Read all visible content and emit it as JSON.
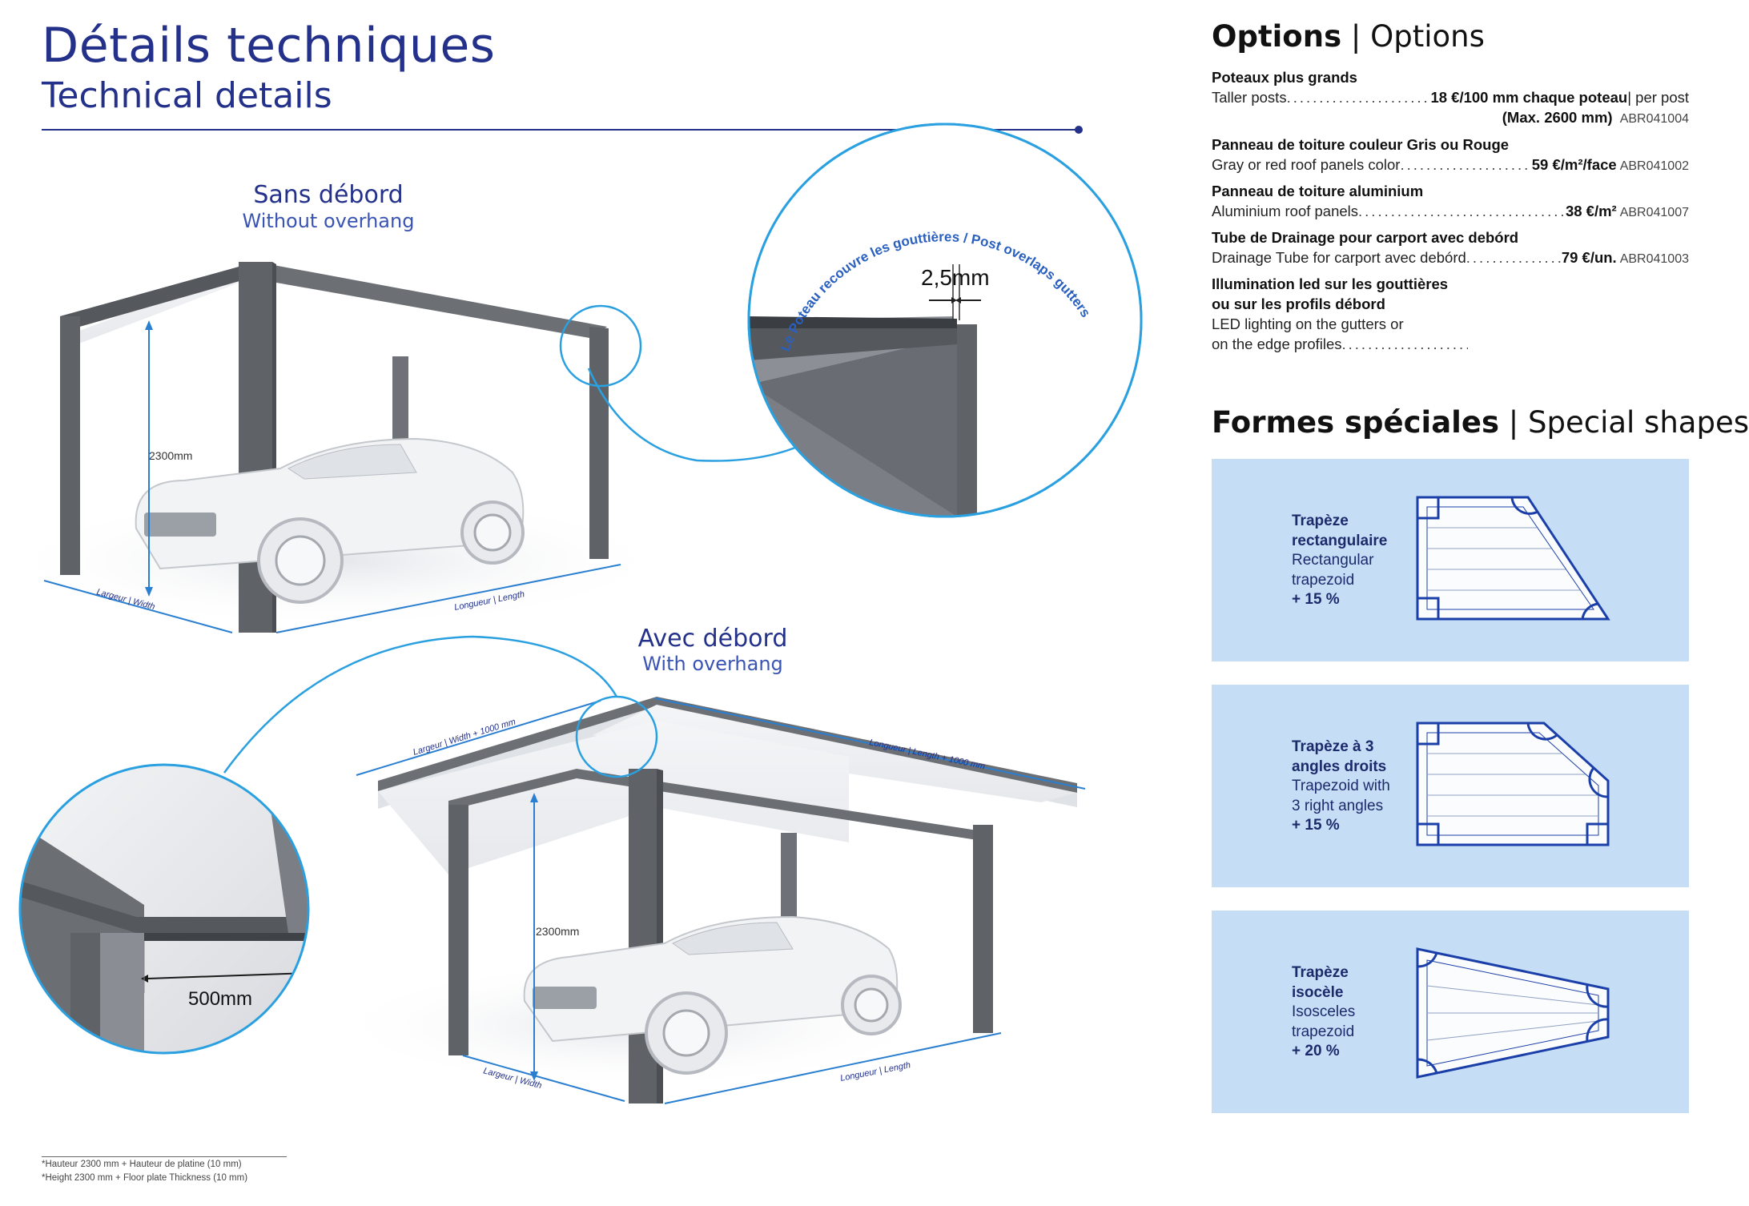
{
  "header": {
    "title_fr": "Détails techniques",
    "title_en": "Technical details"
  },
  "carport_no_overhang": {
    "caption_fr": "Sans débord",
    "caption_en": "Without overhang",
    "height_label": "2300mm",
    "width_label": "Largeur | Width",
    "length_label": "Longueur | Length"
  },
  "detail_circle": {
    "arc_text": "Le Poteau recouvre les gouttières / Post overlaps gutters",
    "dimension": "2,5mm"
  },
  "carport_overhang": {
    "caption_fr": "Avec débord",
    "caption_en": "With overhang",
    "height_label": "2300mm",
    "width_top_label": "Largeur | Width + 1000 mm",
    "length_top_label": "Longueur | Length + 1000 mm",
    "width_label": "Largeur | Width",
    "length_label": "Longueur | Length",
    "overhang_dimension": "500mm"
  },
  "options": {
    "heading_bold": "Options",
    "heading_light": "Options",
    "items": [
      {
        "title": "Poteaux plus grands",
        "desc": "Taller posts",
        "price": "18 €/100 mm chaque poteau",
        "price_suffix": " | per post",
        "line2": "(Max. 2600 mm)",
        "code": "ABR041004"
      },
      {
        "title": "Panneau de toiture couleur Gris ou Rouge",
        "desc": "Gray or red roof panels color",
        "price": "59 €/m²/face",
        "code": "ABR041002"
      },
      {
        "title": "Panneau de toiture aluminium",
        "desc": "Aluminium roof panels",
        "price": "38 €/m²",
        "code": "ABR041007"
      },
      {
        "title": "Tube de Drainage pour carport avec debórd",
        "desc": "Drainage Tube for carport avec debórd",
        "price": "79 €/un.",
        "code": "ABR041003"
      },
      {
        "title_line1": "Illumination led sur les gouttières",
        "title_line2": "ou sur les profils débord",
        "desc_line1": "LED lighting on the gutters or",
        "desc_line2": "on the edge profiles"
      }
    ]
  },
  "special_shapes": {
    "heading_bold": "Formes spéciales",
    "heading_light": "Special shapes",
    "shapes": [
      {
        "fr_line1": "Trapèze",
        "fr_line2": "rectangulaire",
        "en_line1": "Rectangular",
        "en_line2": "trapezoid",
        "pct": "+ 15 %"
      },
      {
        "fr_line1": "Trapèze à 3",
        "fr_line2": "angles droits",
        "en_line1": "Trapezoid with",
        "en_line2": "3 right angles",
        "pct": "+ 15 %"
      },
      {
        "fr_line1": "Trapèze",
        "fr_line2": "isocèle",
        "en_line1": "Isosceles",
        "en_line2": "trapezoid",
        "pct": "+ 20 %"
      }
    ]
  },
  "footnote": {
    "line1": "*Hauteur 2300 mm + Hauteur de platine (10 mm)",
    "line2": "*Height 2300 mm + Floor plate Thickness (10 mm)"
  },
  "colors": {
    "brand_blue": "#24318a",
    "accent_cyan": "#2aa0e0",
    "shape_bg": "#c5def6",
    "post_gray": "#5f6368"
  }
}
